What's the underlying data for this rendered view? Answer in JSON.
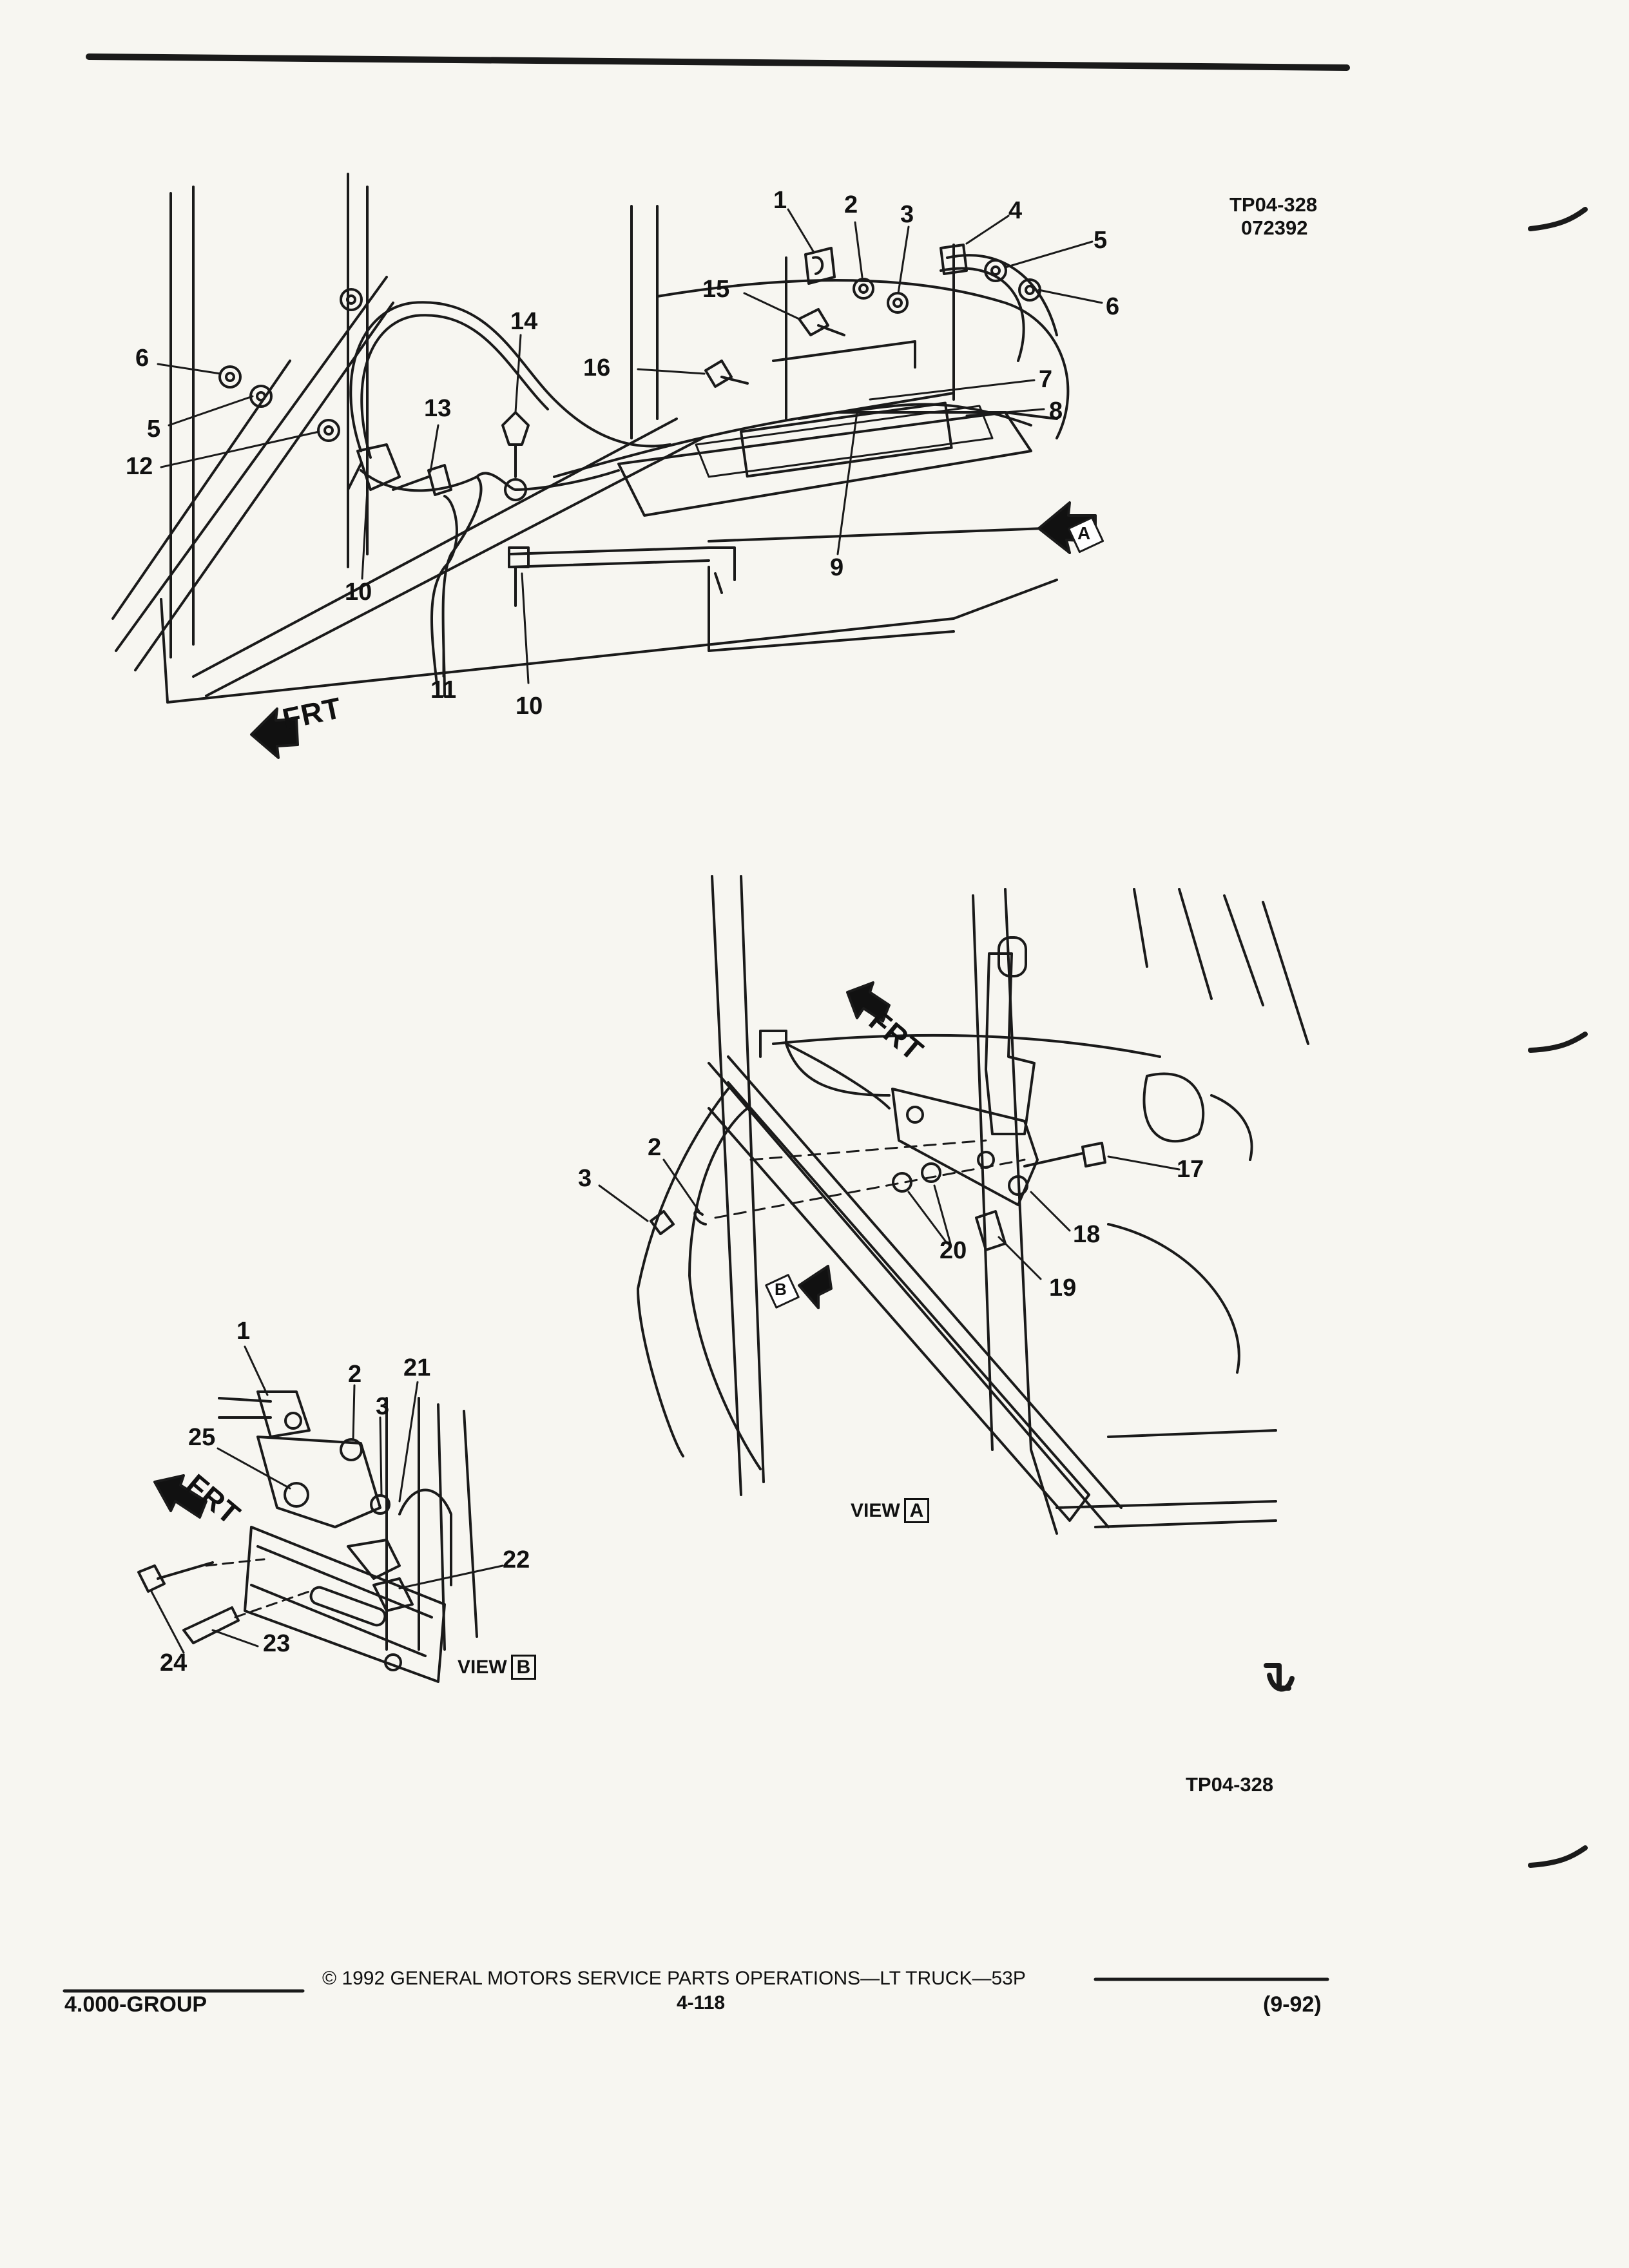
{
  "figure_ids": {
    "top": "TP04-328",
    "date_code": "072392",
    "bottom": "TP04-328"
  },
  "callouts": {
    "main": [
      "1",
      "2",
      "3",
      "4",
      "5",
      "6",
      "7",
      "8",
      "9",
      "10",
      "10",
      "11",
      "12",
      "13",
      "14",
      "15",
      "16",
      "5",
      "6"
    ],
    "view_a": [
      "2",
      "3",
      "17",
      "18",
      "19",
      "20"
    ],
    "view_b": [
      "1",
      "2",
      "21",
      "3",
      "25",
      "22",
      "23",
      "24"
    ]
  },
  "direction": {
    "frt": "FRT",
    "ref_a": "A",
    "ref_b": "B"
  },
  "views": {
    "a_prefix": "VIEW",
    "a_ref": "A",
    "b_prefix": "VIEW",
    "b_ref": "B"
  },
  "footer": {
    "group": "4.000-GROUP",
    "copyright": "© 1992 GENERAL MOTORS SERVICE PARTS OPERATIONS—LT TRUCK—53P",
    "page": "4-118",
    "date": "(9-92)"
  }
}
